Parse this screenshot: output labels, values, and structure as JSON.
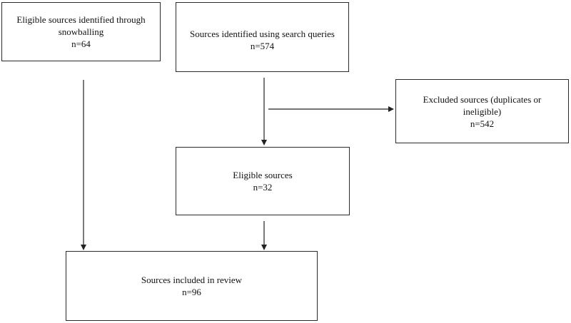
{
  "flowchart": {
    "snowballing": {
      "label": "Eligible sources identified through snowballing",
      "count": "n=64"
    },
    "search_queries": {
      "label": "Sources identified using search queries",
      "count": "n=574"
    },
    "excluded": {
      "label": "Excluded sources (duplicates or ineligible)",
      "count": "n=542"
    },
    "eligible": {
      "label": "Eligible sources",
      "count": "n=32"
    },
    "included": {
      "label": "Sources included in review",
      "count": "n=96"
    }
  },
  "colors": {
    "line": "#222222",
    "box_border": "#2a2a2a",
    "background": "#ffffff"
  }
}
